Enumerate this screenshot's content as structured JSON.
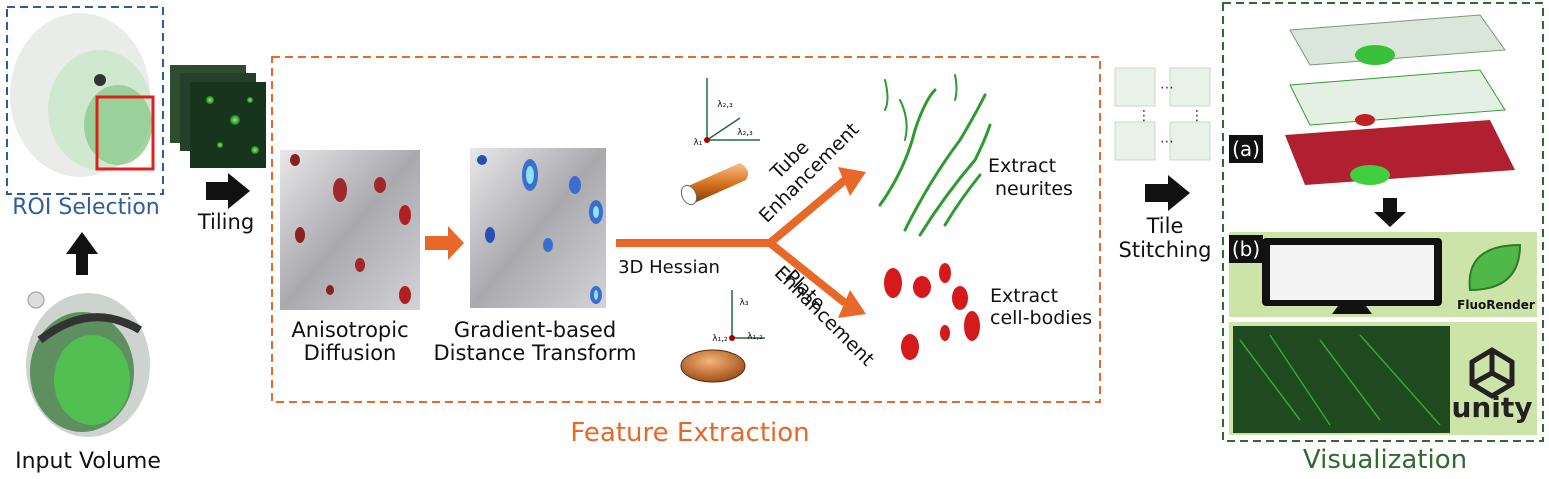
{
  "colors": {
    "roi": "#2e5c9e",
    "feature": "#e8682a",
    "visual": "#2f6b2f",
    "arrow": "#111111",
    "branch": "#e8682a",
    "roi_box": "#e02020"
  },
  "labels": {
    "roi_selection": "ROI Selection",
    "input_volume": "Input Volume",
    "tiling": "Tiling",
    "anisotropic_l1": "Anisotropic",
    "anisotropic_l2": "Diffusion",
    "gradient_l1": "Gradient-based",
    "gradient_l2": "Distance Transform",
    "hessian": "3D Hessian",
    "tube_l1": "Tube",
    "tube_l2": "Enhancement",
    "plate_l1": "Plate",
    "plate_l2": "Enhancement",
    "neurites_l1": "Extract",
    "neurites_l2": "neurites",
    "cells_l1": "Extract",
    "cells_l2": "cell-bodies",
    "feature_extraction": "Feature Extraction",
    "tile_l1": "Tile",
    "tile_l2": "Stitching",
    "visualization": "Visualization",
    "tag_a": "(a)",
    "tag_b": "(b)",
    "fluorender": "FluoRender",
    "unity": "unity",
    "tube_axis_1": "λ₁",
    "tube_axis_2": "λ₂,₃",
    "tube_axis_3": "λ₂,₃",
    "plate_axis_1": "λ₃",
    "plate_axis_2": "λ₁,₂",
    "plate_axis_3": "λ₁,₂"
  }
}
